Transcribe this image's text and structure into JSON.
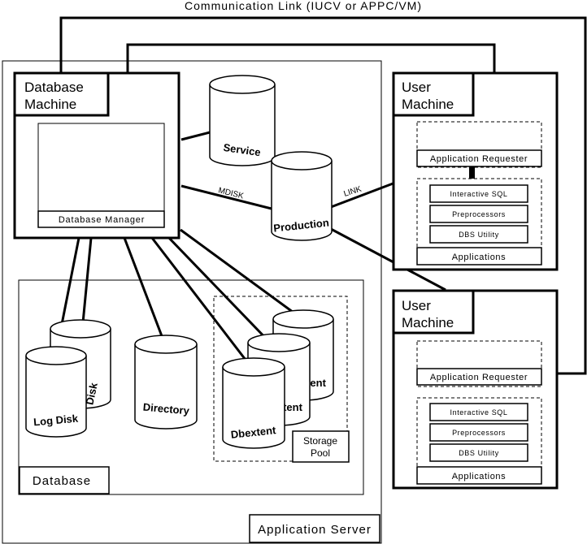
{
  "communication_link": "Communication Link (IUCV or APPC/VM)",
  "database_machine": {
    "line1": "Database",
    "line2": "Machine",
    "manager": "Database Manager"
  },
  "cylinders": {
    "service": "Service",
    "production": "Production",
    "log_disk": "Log Disk",
    "disk_partial": "Disk",
    "directory": "Directory",
    "dbextent": "Dbextent",
    "dbextent_partial": "tent"
  },
  "connection_labels": {
    "mdisk": "MDISK",
    "link": "LINK"
  },
  "user_machine": {
    "line1": "User",
    "line2": "Machine",
    "requester": "Application Requester",
    "interactive_sql": "Interactive SQL",
    "preprocessors": "Preprocessors",
    "dbs_utility": "DBS Utility",
    "applications": "Applications"
  },
  "storage_pool": {
    "line1": "Storage",
    "line2": "Pool"
  },
  "database_label": "Database",
  "application_server_label": "Application Server"
}
